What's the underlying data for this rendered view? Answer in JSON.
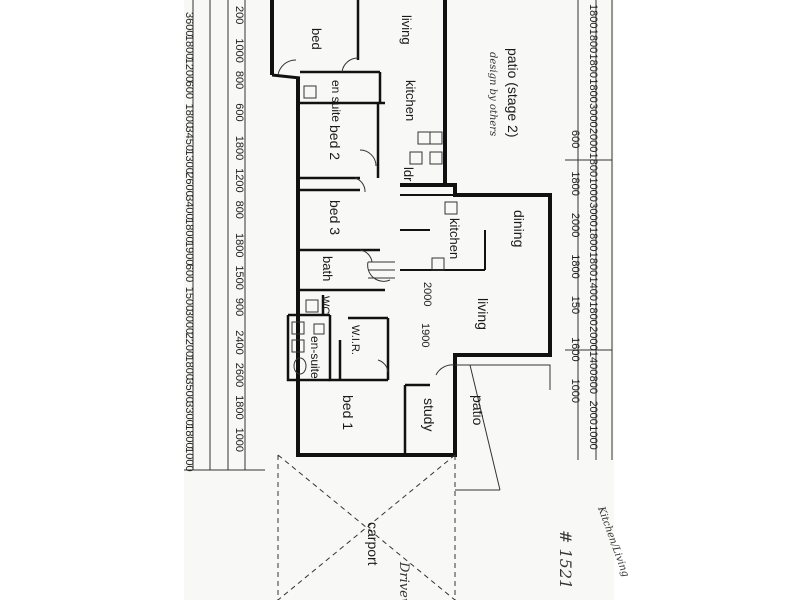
{
  "plan": {
    "rooms": {
      "bed_top": "bed",
      "living_top": "living",
      "ensuite_top": "en suite",
      "kitchen_top": "kitchen",
      "patio_stage2": "patio (stage 2)",
      "bed2": "bed 2",
      "ldr": "ldr",
      "bed3": "bed 3",
      "kitchen": "kitchen",
      "dining": "dining",
      "bath": "bath",
      "wc": "WC",
      "living": "living",
      "wir": "W.I.R.",
      "ensuite": "en-suite",
      "bed1": "bed 1",
      "study": "study",
      "patio": "patio",
      "carport": "carport"
    },
    "dims_left": [
      "3600",
      "1800",
      "1200",
      "600",
      "1800",
      "3450",
      "1300",
      "2600",
      "3400",
      "1800",
      "1900",
      "600",
      "1500",
      "3000",
      "2200",
      "1800",
      "3500",
      "3300",
      "1800",
      "1000"
    ],
    "dims_left_mid": [
      "200",
      "1000",
      "800",
      "600",
      "1800",
      "1200",
      "800",
      "1800",
      "1500",
      "900",
      "2400",
      "2600",
      "1800",
      "1000"
    ],
    "dims_right": [
      "1800",
      "1800",
      "1800",
      "1800",
      "3000",
      "2000",
      "1800",
      "1000",
      "3000",
      "1800",
      "1800",
      "1400",
      "1800",
      "2000",
      "1400",
      "800",
      "2000",
      "1000"
    ],
    "dims_right_mid": [
      "600",
      "1800",
      "2000",
      "1800",
      "150",
      "1600",
      "1000"
    ],
    "interior_dims": [
      "2000",
      "1900"
    ],
    "handwritten": [
      "design by others",
      "# 1521",
      "Driveway",
      "Kitchen/Living"
    ]
  }
}
